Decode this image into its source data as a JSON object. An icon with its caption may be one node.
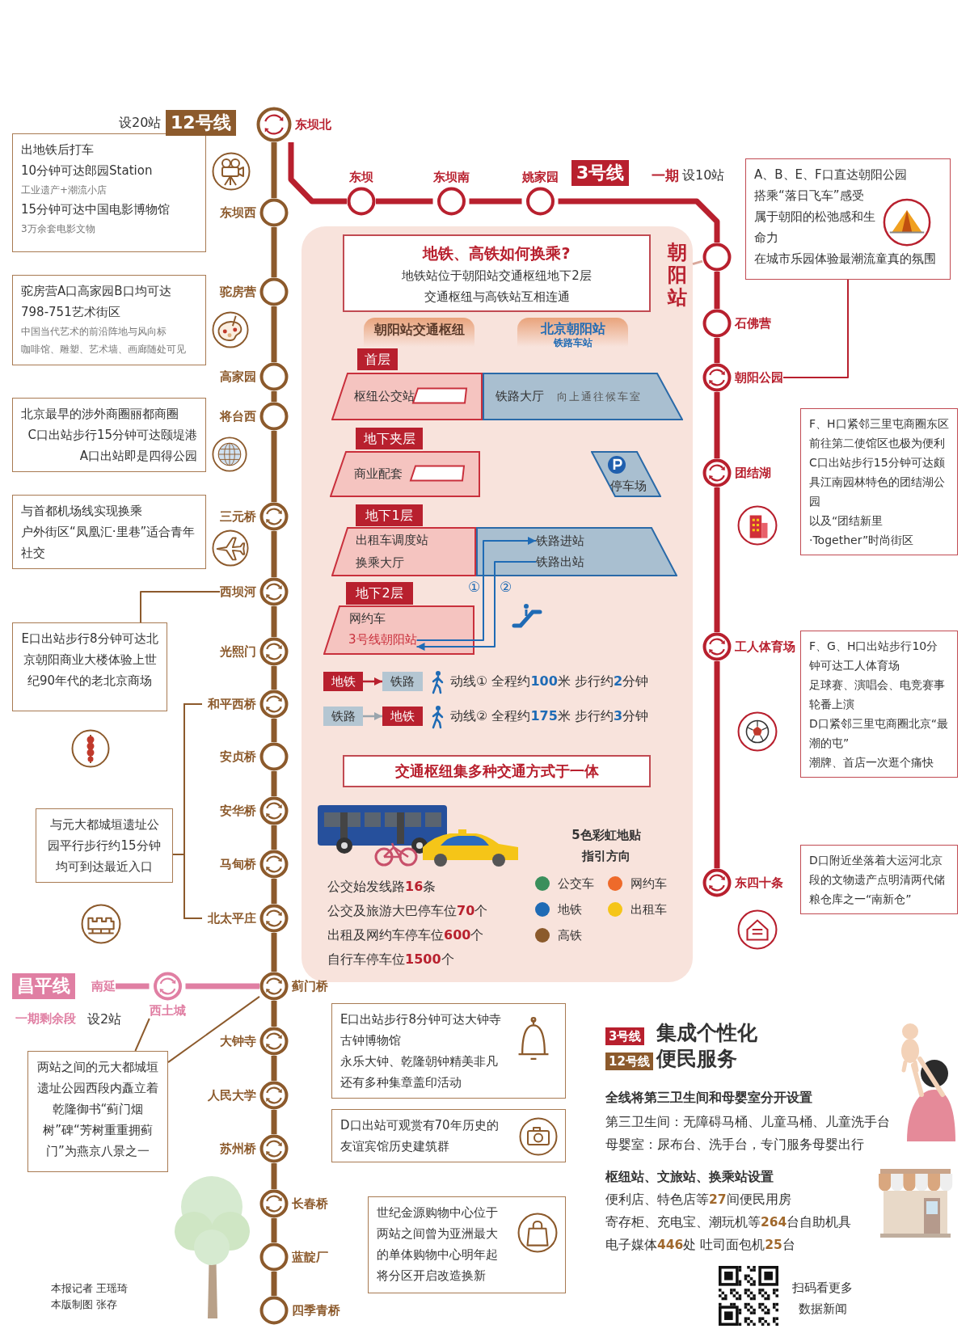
{
  "diagram": {
    "nodes": [
      {
        "text": [
          "东坝北"
        ]
      },
      {
        "text": [
          "东坝西"
        ]
      },
      {
        "text": [
          "驼房营"
        ]
      },
      {
        "text": [
          "高家园"
        ]
      },
      {
        "text": [
          "将台西"
        ]
      },
      {
        "text": [
          "三元桥"
        ]
      },
      {
        "text": [
          "西坝河"
        ]
      },
      {
        "text": [
          "光熙门"
        ]
      },
      {
        "text": [
          "和平西桥"
        ]
      },
      {
        "text": [
          "安贞桥"
        ]
      },
      {
        "text": [
          "安华桥"
        ]
      },
      {
        "text": [
          "马甸桥"
        ]
      },
      {
        "text": [
          "北太平庄"
        ]
      },
      {
        "text": [
          "蓟门桥"
        ]
      },
      {
        "text": [
          "大钟寺"
        ]
      },
      {
        "text": [
          "人民大学"
        ]
      },
      {
        "text": [
          "苏州桥"
        ]
      },
      {
        "text": [
          "长春桥"
        ]
      },
      {
        "text": [
          "蓝靛厂"
        ]
      },
      {
        "text": [
          "四季青桥"
        ]
      },
      {
        "text": [
          "东坝"
        ]
      },
      {
        "text": [
          "东坝南"
        ]
      },
      {
        "text": [
          "姚家园"
        ]
      },
      {
        "text": [],
        "shape": "circle"
      },
      {
        "text": [
          "石佛营"
        ]
      },
      {
        "text": [
          "朝阳公园"
        ]
      },
      {
        "text": [
          "团结湖"
        ]
      },
      {
        "text": [
          "工人体育场"
        ]
      },
      {
        "text": [
          "东四十条"
        ]
      },
      {
        "text": [
          "西土城"
        ]
      },
      {
        "text": [
          "出地铁后打车",
          "10分钟可达郎园Station",
          "工业遗产+潮流小店",
          "15分钟可达中国电影博物馆",
          "3万余套电影文物"
        ]
      },
      {
        "text": [
          "驼房营A口高家园B口均可达798-751艺术街区",
          "中国当代艺术的前沿阵地与风向标",
          "咖啡馆、雕塑、艺术墙、画廊随处可见"
        ]
      },
      {
        "text": [
          "北京最早的涉外商圈丽都商圈",
          "C口出站步行15分钟可达颐堤港",
          "A口出站即是四得公园"
        ]
      },
      {
        "text": [
          "与首都机场线实现换乘",
          "户外街区“凤凰汇·里巷”适合青年社交"
        ]
      },
      {
        "text": [
          "E口出站步行8分钟可达北京朝阳商业大楼体验上世纪90年代的老北京商场"
        ]
      },
      {
        "text": [
          "与元大都城垣遗址公园平行步行约15分钟均可到达最近入口"
        ]
      },
      {
        "text": [
          "两站之间的元大都城垣遗址公园西段内矗立着乾隆御书“蓟门烟树”碑“芳树重重拥蓟门”为燕京八景之一"
        ]
      },
      {
        "text": [
          "E口出站步行8分钟可达大钟寺古钟博物馆",
          "永乐大钟、乾隆朝钟精美非凡",
          "还有多种集章盖印活动"
        ]
      },
      {
        "text": [
          "D口出站可观赏有70年历史的友谊宾馆历史建筑群"
        ]
      },
      {
        "text": [
          "世纪金源购物中心位于两站之间曾为亚洲最大的单体购物中心明年起将分区开启改造换新"
        ]
      },
      {
        "text": [
          "A、B、E、F口直达朝阳公园",
          "搭乘“落日飞车”感受属于朝阳的松弛感和生命力",
          "在城市乐园体验最潮流童真的氛围"
        ]
      },
      {
        "text": [
          "F、H口紧邻三里屯商圈东区前往第二使馆区也极为便利",
          "C口出站步行15分钟可达颇具江南园林特色的团结湖公园",
          "以及“团结新里·Together”时尚街区"
        ]
      },
      {
        "text": [
          "F、G、H口出站步行10分钟可达工人体育场",
          "足球赛、演唱会、电竞赛事轮番上演",
          "D口紧邻三里屯商圈北京“最潮的屯”",
          "潮牌、首店一次逛个痛快"
        ]
      },
      {
        "text": [
          "D口附近坐落着大运河北京段的文物遗产点明清两代储粮仓库之一“南新仓”"
        ]
      },
      {
        "text": [
          "朝阳站"
        ]
      },
      {
        "text": [
          "地铁、高铁如何换乘?",
          "地铁站位于朝阳站交通枢纽地下2层",
          "交通枢纽与高铁站互相连通"
        ],
        "in": 44
      },
      {
        "text": [
          "朝阳站交通枢纽"
        ],
        "in": 44
      },
      {
        "text": [
          "北京朝阳站",
          "铁路车站"
        ],
        "in": 44
      },
      {
        "text": [
          "首层"
        ],
        "in": 44
      },
      {
        "text": [
          "枢纽公交站"
        ],
        "in": 44
      },
      {
        "text": [
          "铁路大厅",
          "向上通往候车室"
        ],
        "in": 44
      },
      {
        "text": [
          "地下夹层"
        ],
        "in": 44
      },
      {
        "text": [
          "商业配套"
        ],
        "in": 44
      },
      {
        "text": [
          "停车场"
        ],
        "in": 44
      },
      {
        "text": [
          "地下1层"
        ],
        "in": 44
      },
      {
        "text": [
          "出租车调度站",
          "换乘大厅"
        ],
        "in": 44
      },
      {
        "text": [],
        "shape": "box",
        "in": 44
      },
      {
        "text": [
          "铁路进站"
        ],
        "in": 56
      },
      {
        "text": [
          "铁路出站"
        ],
        "in": 56
      },
      {
        "text": [
          "地下2层"
        ],
        "in": 44
      },
      {
        "text": [
          "网约车"
        ],
        "in": 44
      },
      {
        "text": [
          "3号线朝阳站"
        ],
        "in": 60
      },
      {
        "text": [
          "地铁"
        ],
        "in": 44
      },
      {
        "text": [
          "铁路"
        ],
        "in": 44
      },
      {
        "text": [
          "铁路"
        ],
        "in": 44
      },
      {
        "text": [
          "地铁"
        ],
        "in": 44
      },
      {
        "text": [
          "交通枢纽集多种交通方式于一体"
        ],
        "in": 44
      },
      {
        "text": [
          "南延"
        ]
      },
      {
        "text": [
          "12号线"
        ],
        "beside": [
          "设20站"
        ]
      },
      {
        "text": [
          "3号线"
        ],
        "beside": [
          "一期",
          "设10站"
        ]
      },
      {
        "text": [
          "昌平线"
        ],
        "beside": [
          "一期剩余段",
          "设2站"
        ]
      },
      {
        "text": [
          "3号线"
        ]
      },
      {
        "text": [
          "12号线"
        ]
      }
    ],
    "edges": [
      {
        "from": 0,
        "to": 1,
        "arrow": "none"
      },
      {
        "from": 1,
        "to": 2,
        "arrow": "none"
      },
      {
        "from": 2,
        "to": 3,
        "arrow": "none"
      },
      {
        "from": 3,
        "to": 4,
        "arrow": "none"
      },
      {
        "from": 4,
        "to": 5,
        "arrow": "none"
      },
      {
        "from": 5,
        "to": 6,
        "arrow": "none"
      },
      {
        "from": 6,
        "to": 7,
        "arrow": "none"
      },
      {
        "from": 7,
        "to": 8,
        "arrow": "none"
      },
      {
        "from": 8,
        "to": 9,
        "arrow": "none"
      },
      {
        "from": 9,
        "to": 10,
        "arrow": "none"
      },
      {
        "from": 10,
        "to": 11,
        "arrow": "none"
      },
      {
        "from": 11,
        "to": 12,
        "arrow": "none"
      },
      {
        "from": 12,
        "to": 13,
        "arrow": "none"
      },
      {
        "from": 13,
        "to": 14,
        "arrow": "none"
      },
      {
        "from": 14,
        "to": 15,
        "arrow": "none"
      },
      {
        "from": 15,
        "to": 16,
        "arrow": "none"
      },
      {
        "from": 16,
        "to": 17,
        "arrow": "none"
      },
      {
        "from": 17,
        "to": 18,
        "arrow": "none"
      },
      {
        "from": 18,
        "to": 19,
        "arrow": "none"
      },
      {
        "from": 0,
        "to": 20,
        "arrow": "none",
        "color": "#b8202e"
      },
      {
        "from": 20,
        "to": 21,
        "arrow": "none",
        "color": "#b8202e"
      },
      {
        "from": 21,
        "to": 22,
        "arrow": "none",
        "color": "#b8202e"
      },
      {
        "from": 22,
        "to": 23,
        "arrow": "none",
        "color": "#b8202e"
      },
      {
        "from": 23,
        "to": 24,
        "arrow": "none",
        "color": "#b8202e"
      },
      {
        "from": 24,
        "to": 25,
        "arrow": "none",
        "color": "#b8202e"
      },
      {
        "from": 25,
        "to": 26,
        "arrow": "none",
        "color": "#b8202e"
      },
      {
        "from": 26,
        "to": 27,
        "arrow": "none",
        "color": "#b8202e"
      },
      {
        "from": 27,
        "to": 28,
        "arrow": "none",
        "color": "#b8202e"
      },
      {
        "from": 67,
        "to": 29,
        "arrow": "none",
        "color": "#e07fa3"
      },
      {
        "from": 29,
        "to": 13,
        "arrow": "none",
        "color": "#e07fa3"
      },
      {
        "from": 34,
        "to": 6,
        "arrow": "none"
      },
      {
        "from": 36,
        "to": 29,
        "arrow": "none"
      },
      {
        "from": 36,
        "to": 13,
        "arrow": "none"
      },
      {
        "from": 40,
        "to": 25,
        "arrow": "none",
        "color": "#b8202e"
      },
      {
        "from": 44,
        "to": 23,
        "arrow": "none",
        "color": "#d9a79a"
      },
      {
        "from": 61,
        "to": 57,
        "arrow": "to",
        "label": "①",
        "color": "#1f6bb5"
      },
      {
        "from": 58,
        "to": 61,
        "arrow": "to",
        "label": "②",
        "color": "#1f6bb5"
      },
      {
        "from": 62,
        "to": 63,
        "arrow": "to",
        "color": "#b8202e"
      },
      {
        "from": 64,
        "to": 65,
        "arrow": "to",
        "color": "#9aa5ad"
      }
    ],
    "labels": [
      "动线① 全程约**100**米 步行约**2**分钟",
      "动线② 全程约**175**米 步行约**3**分钟",
      "公交始发线路**16**条",
      "公交及旅游大巴停车位**70**个",
      "出租及网约车停车位**600**个",
      "自行车停车位**1500**个",
      "5色彩虹地贴指引方向",
      "集成个性化",
      "便民服务",
      "全线将第三卫生间和母婴室分开设置",
      "第三卫生间：无障碍马桶、儿童马桶、儿童洗手台",
      "母婴室：尿布台、洗手台，专门服务母婴出行",
      "枢纽站、文旅站、换乘站设置",
      "便利店、特色店等**27**间便民用房",
      "寄存柜、充电宝、潮玩机等**264**台自助机具",
      "电子媒体**446**处 吐司面包机**25**台",
      "本报记者 王瑶琦",
      "本版制图 张存",
      "扫码看更多数据新闻"
    ],
    "legend": [
      {
        "text": "公交车",
        "color": "#3a8f5c"
      },
      {
        "text": "网约车",
        "color": "#ee6a2a"
      },
      {
        "text": "地铁",
        "color": "#1f6bb5"
      },
      {
        "text": "出租车",
        "color": "#f5c518"
      },
      {
        "text": "高铁",
        "color": "#8b5a2b"
      }
    ]
  }
}
